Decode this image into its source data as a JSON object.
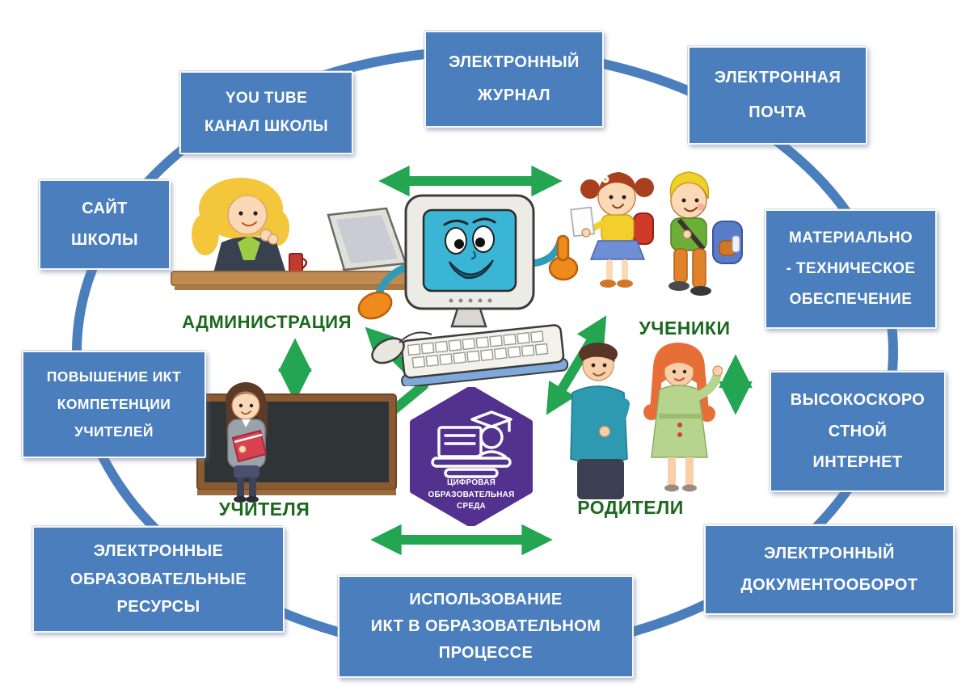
{
  "colors": {
    "node_blue": "#4a7ebc",
    "arrow_green": "#24a551",
    "label_green": "#1b691e",
    "logo_purple": "#53318e"
  },
  "boxes": [
    {
      "id": "youtube",
      "lines": [
        "YOU TUBE",
        "КАНАЛ ШКОЛЫ"
      ]
    },
    {
      "id": "journal",
      "lines": [
        "ЭЛЕКТРОННЫЙ",
        "ЖУРНАЛ"
      ]
    },
    {
      "id": "email",
      "lines": [
        "ЭЛЕКТРОННАЯ",
        "ПОЧТА"
      ]
    },
    {
      "id": "site",
      "lines": [
        "САЙТ",
        "ШКОЛЫ"
      ]
    },
    {
      "id": "material",
      "lines": [
        "МАТЕРИАЛЬНО",
        "- ТЕХНИЧЕСКОЕ",
        "ОБЕСПЕЧЕНИЕ"
      ]
    },
    {
      "id": "ikt",
      "lines": [
        "ПОВЫШЕНИЕ ИКТ",
        "КОМПЕТЕНЦИИ",
        "УЧИТЕЛЕЙ"
      ]
    },
    {
      "id": "internet",
      "lines": [
        "ВЫСОКОСКОРО",
        "СТНОЙ",
        "ИНТЕРНЕТ"
      ]
    },
    {
      "id": "resources",
      "lines": [
        "ЭЛЕКТРОННЫЕ",
        "ОБРАЗОВАТЕЛЬНЫЕ",
        "РЕСУРСЫ"
      ]
    },
    {
      "id": "usage",
      "lines": [
        "ИСПОЛЬЗОВАНИЕ",
        "ИКТ В ОБРАЗОВАТЕЛЬНОМ",
        "ПРОЦЕССЕ"
      ]
    },
    {
      "id": "document",
      "lines": [
        "ЭЛЕКТРОННЫЙ",
        "ДОКУМЕНТООБОРОТ"
      ]
    }
  ],
  "groups": [
    {
      "id": "administration",
      "label": "АДМИНИСТРАЦИЯ"
    },
    {
      "id": "students",
      "label": "УЧЕНИКИ"
    },
    {
      "id": "teachers",
      "label": "УЧИТЕЛЯ"
    },
    {
      "id": "parents",
      "label": "РОДИТЕЛИ"
    }
  ],
  "logo": {
    "lines": [
      "ЦИФРОВАЯ",
      "ОБРАЗОВАТЕЛЬНАЯ",
      "СРЕДА"
    ]
  },
  "illustrations": [
    "computer-mascot",
    "digital-education-logo",
    "administration-figure",
    "students-figures",
    "teacher-figure",
    "parents-figures"
  ]
}
